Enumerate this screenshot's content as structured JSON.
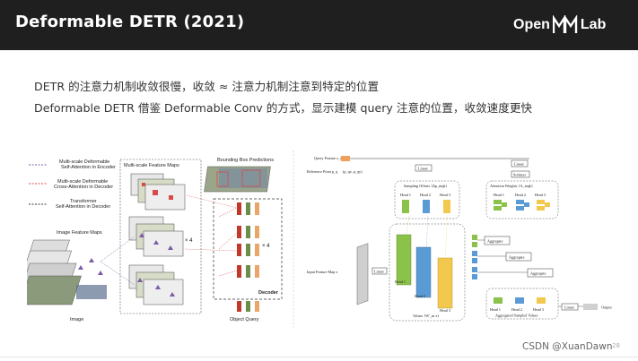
{
  "slide": {
    "title": "Deformable DETR (2021)",
    "logo": {
      "left_text": "Open",
      "right_text": "Lab",
      "mark_icon": "mm-logo-icon"
    },
    "line1": "DETR 的注意力机制收敛很慢，收敛 ≈ 注意力机制注意到特定的位置",
    "line2": "Deformable DETR 借鉴 Deformable Conv 的方式，显示建模 query 注意的位置，收敛速度更快"
  },
  "left_figure": {
    "legend": [
      {
        "text": "Multi-scale Deformable\nSelf-Attention in Encoder",
        "color": "#7b5ca8"
      },
      {
        "text": "Multi-scale Deformable\nCross-Attention in Decoder",
        "color": "#d94a4a"
      },
      {
        "text": "Transformer\nSelf-Attention in Decoder",
        "color": "#333333"
      }
    ],
    "multi_scale_title": "Multi-scale Feature Maps",
    "image_feature_maps": "Image Feature Maps",
    "image_label": "Image",
    "bbox_predictions": "Bounding Box Predictions",
    "times4_a": "× 4",
    "times4_b": "× 4",
    "decoder": "Decoder",
    "object_query": "Object Query"
  },
  "right_figure": {
    "query_feature": "Query Feature z_q",
    "reference_point": "Reference Point p_q",
    "ref_coords": "(p_qx, p_qy)",
    "input_feature_map": "Input Feature Map x",
    "linear_top_left": "Linear",
    "linear_top_right": "Linear",
    "softmax": "Softmax",
    "sampling_offsets": "Sampling Offsets {Δp_mqk}",
    "attention_weights": "Attention Weights {A_mqk}",
    "heads_left": [
      "Head 1",
      "Head 2",
      "Head 3"
    ],
    "heads_right": [
      "Head 1",
      "Head 2",
      "Head 3"
    ],
    "linear_mid": "Linear",
    "head1": "Head 1",
    "head2": "Head 2",
    "head3": "Head 3",
    "values": "Values {W'_m x}",
    "aggregate": [
      "Aggregate",
      "Aggregate",
      "Aggregate"
    ],
    "agg_heads": [
      "Head 1",
      "Head 2",
      "Head 3"
    ],
    "aggregated_values": "Aggregated Sampled Values",
    "linear_out": "Linear",
    "output": "Output"
  },
  "footer": {
    "watermark": "CSDN @XuanDawn",
    "page": "28"
  },
  "colors": {
    "header_bg": "#1f1f1f",
    "green": "#8bc34a",
    "blue": "#5b9bd5",
    "yellow": "#f2c94c",
    "red": "#d94a4a",
    "purple": "#7b5ca8",
    "orange": "#f0a058"
  }
}
